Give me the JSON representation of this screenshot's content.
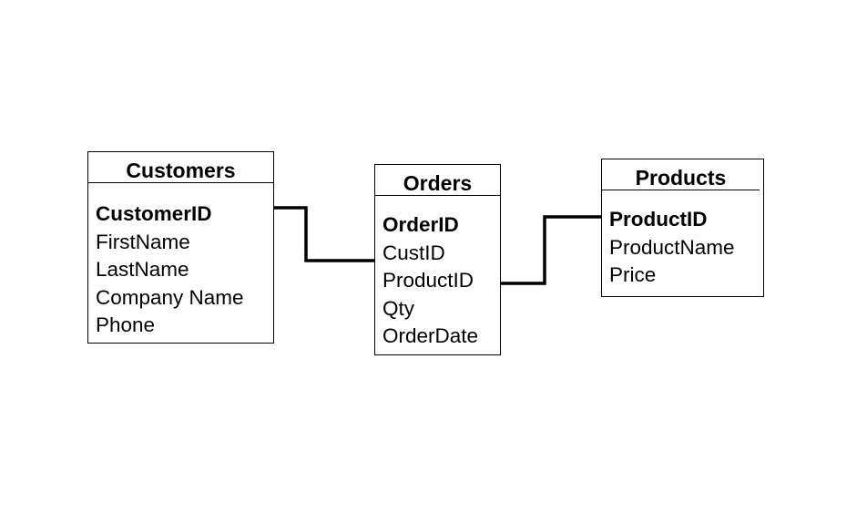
{
  "tables": [
    {
      "title": "Customers",
      "fields": [
        "CustomerID",
        "FirstName",
        "LastName",
        "Company Name",
        "Phone"
      ],
      "primary_key": "CustomerID"
    },
    {
      "title": "Orders",
      "fields": [
        "OrderID",
        "CustID",
        "ProductID",
        "Qty",
        "OrderDate"
      ],
      "primary_key": "OrderID"
    },
    {
      "title": "Products",
      "fields": [
        "ProductID",
        "ProductName",
        "Price"
      ],
      "primary_key": "ProductID"
    }
  ],
  "relationships": [
    {
      "from": "Customers.CustomerID",
      "to": "Orders.CustID"
    },
    {
      "from": "Orders.ProductID",
      "to": "Products.ProductID"
    }
  ],
  "colors": {
    "line": "#000000",
    "background": "#ffffff"
  }
}
